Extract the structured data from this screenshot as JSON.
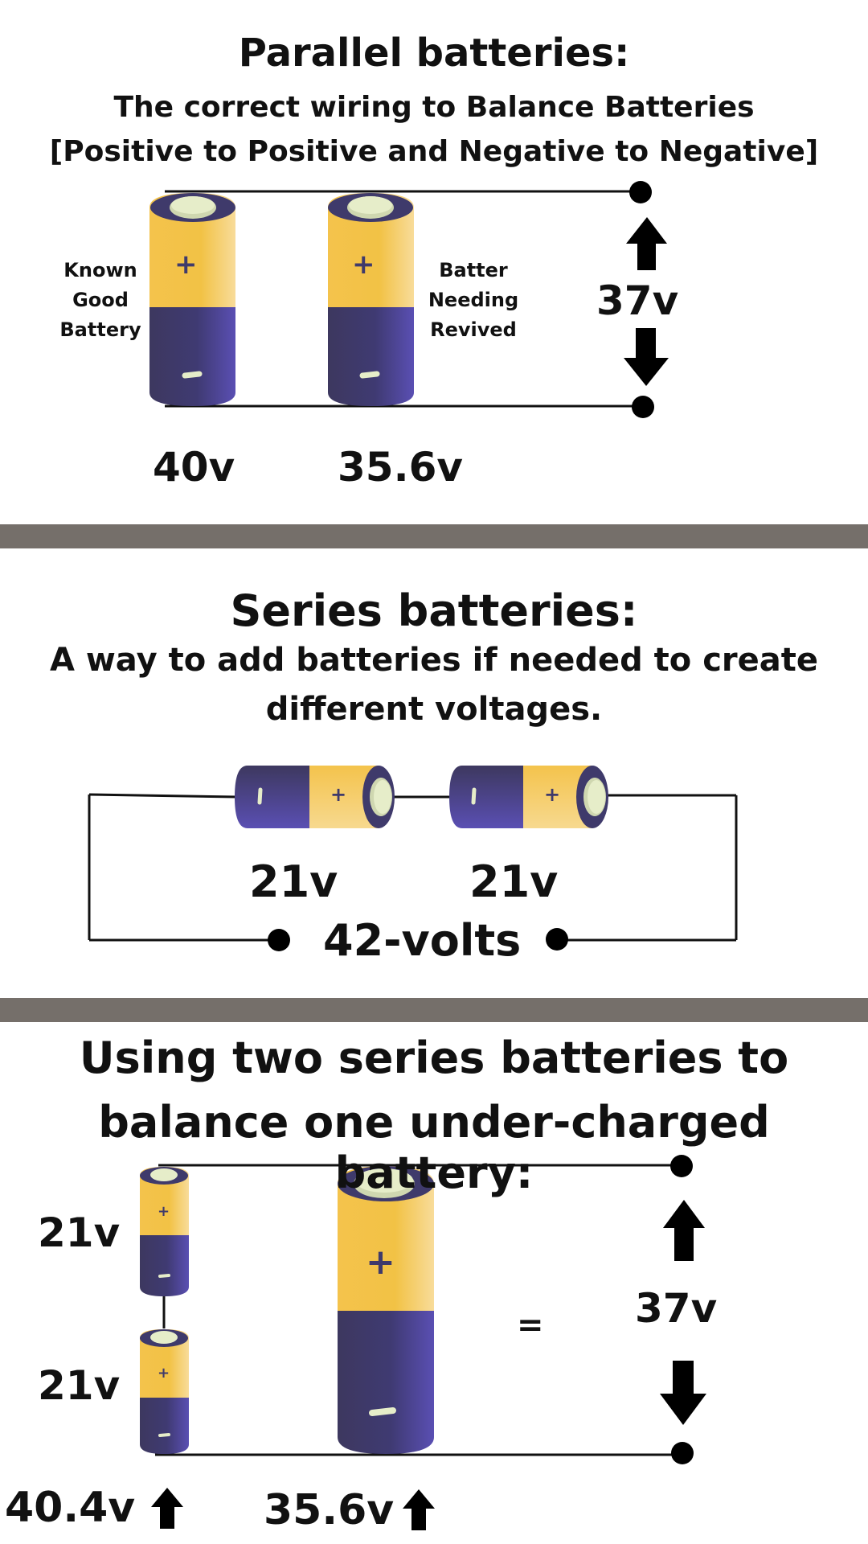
{
  "parallel": {
    "title": "Parallel batteries:",
    "subtitle_line1": "The correct  wiring to Balance Batteries",
    "subtitle_line2": "[Positive to Positive and Negative to  Negative]",
    "left_label": [
      "Known",
      "Good",
      "Battery"
    ],
    "right_label": [
      "Batter",
      "Needing",
      "Revived"
    ],
    "result_voltage": "37v",
    "battery1_voltage": "40v",
    "battery2_voltage": "35.6v",
    "plus": "+",
    "minus": "−"
  },
  "series": {
    "title": "Series batteries:",
    "subtitle_line1": "A way to add batteries if needed to create",
    "subtitle_line2": "different voltages.",
    "battery1_voltage": "21v",
    "battery2_voltage": "21v",
    "total": "42-volts",
    "plus": "+",
    "minus": "−"
  },
  "combo": {
    "title_line1": "Using two series batteries to",
    "title_line2": "balance one under-charged battery:",
    "top_small_voltage": "21v",
    "bottom_small_voltage": "21v",
    "equals": "=",
    "result_voltage": "37v",
    "series_total": "40.4v",
    "big_voltage": "35.6v",
    "plus": "+",
    "minus": "−"
  },
  "colors": {
    "battery_yellow": "#f4c34c",
    "battery_navy": "#3f3a6b",
    "battery_cap": "#e6edc9",
    "divider": "#756f6a"
  }
}
